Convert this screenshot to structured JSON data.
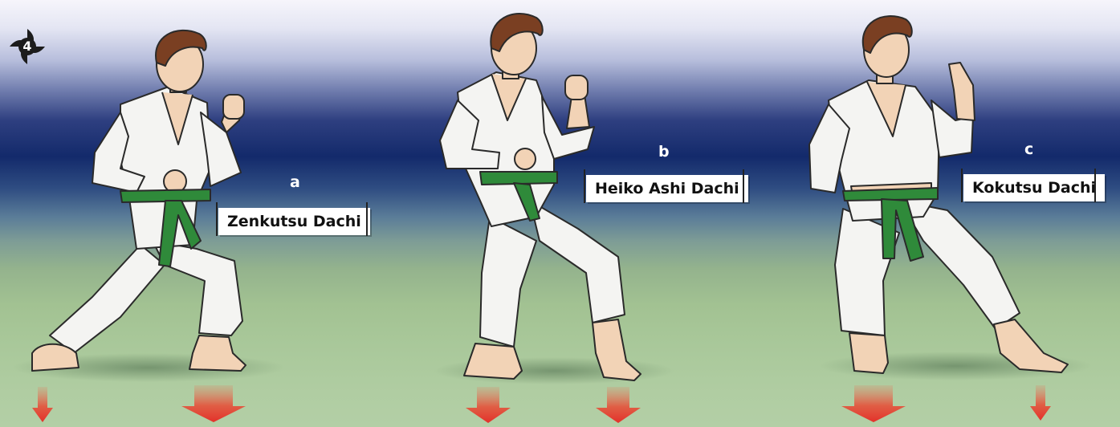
{
  "step_badge": {
    "number": "4",
    "icon": "shuriken-icon"
  },
  "stances": [
    {
      "letter": "a",
      "name": "Zenkutsu Dachi"
    },
    {
      "letter": "b",
      "name": "Heiko Ashi Dachi"
    },
    {
      "letter": "c",
      "name": "Kokutsu Dachi"
    }
  ],
  "colors": {
    "gi": "#f4f4f2",
    "belt": "#2f8a3a",
    "skin": "#f2d3b6",
    "hair": "#7a3f22",
    "weight_arrow": "#e3302a"
  }
}
